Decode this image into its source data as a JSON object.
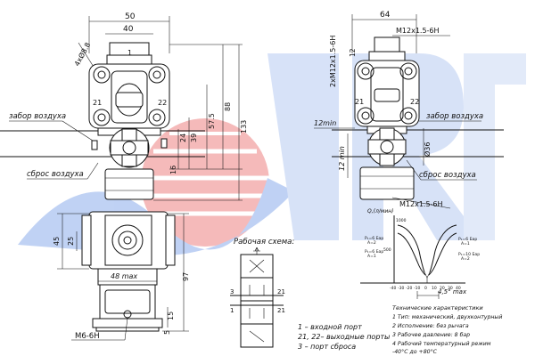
{
  "front_view": {
    "dims": {
      "w50": "50",
      "w40": "40",
      "holes": "4xØ8.8",
      "h133": "133",
      "h88": "88",
      "h575": "57.5",
      "h39": "39",
      "h24": "24",
      "h16": "16",
      "port_21": "21",
      "port_22": "22",
      "port_1": "1"
    },
    "intake_label": "забор воздуха",
    "exhaust_label": "сброс воздуха"
  },
  "side_view": {
    "dims": {
      "w64": "64",
      "thread_top": "M12x1.5-6H",
      "thread_vert": "2xM12x1.5-6H",
      "d12": "12",
      "min12_h": "12min",
      "min12_v": "12 min",
      "d36": "Ø36",
      "thread_bottom": "M12x1.5-6H",
      "port_21": "21",
      "port_22": "22"
    },
    "intake_label": "забор воздуха",
    "exhaust_label": "сброс воздуха"
  },
  "bottom_view": {
    "dims": {
      "d45": "45",
      "d25": "25",
      "d97": "97",
      "d48max": "48 max",
      "d15": "15",
      "d5": "5",
      "thread": "M6-6H"
    }
  },
  "schema": {
    "title": "Рабочая схема:",
    "port_labels": [
      "3",
      "1",
      "21",
      "21"
    ]
  },
  "legend": [
    "1 – входной порт",
    "21, 22– выходные порты",
    "3 – порт сброса"
  ],
  "graph": {
    "y_label": "Q,(л/мин)",
    "y_ticks": [
      "1000",
      "500"
    ],
    "left_labels": [
      "P₁=6 Бар",
      "A=2",
      "P₁=6 Бар",
      "A=1"
    ],
    "right_labels": [
      "P₁=6 Бар",
      "A=1",
      "P₁=10 Бар",
      "A=2"
    ],
    "x_ticks": [
      "-40",
      "-30",
      "-20",
      "-10",
      "0",
      "10",
      "20",
      "30",
      "40"
    ],
    "angle_note": "4,5° max"
  },
  "specs": {
    "title": "Технические характеристики",
    "items": [
      "1  Тип: механический, двухконтурный",
      "2  Исполнение: без рычага",
      "3  Рабочее давление: 8 бар",
      "4  Рабочий температурный режим",
      "-40°С до +80°С"
    ]
  },
  "colors": {
    "watermark_red": "#e03a3a",
    "watermark_blue": "#3f6fd8"
  }
}
